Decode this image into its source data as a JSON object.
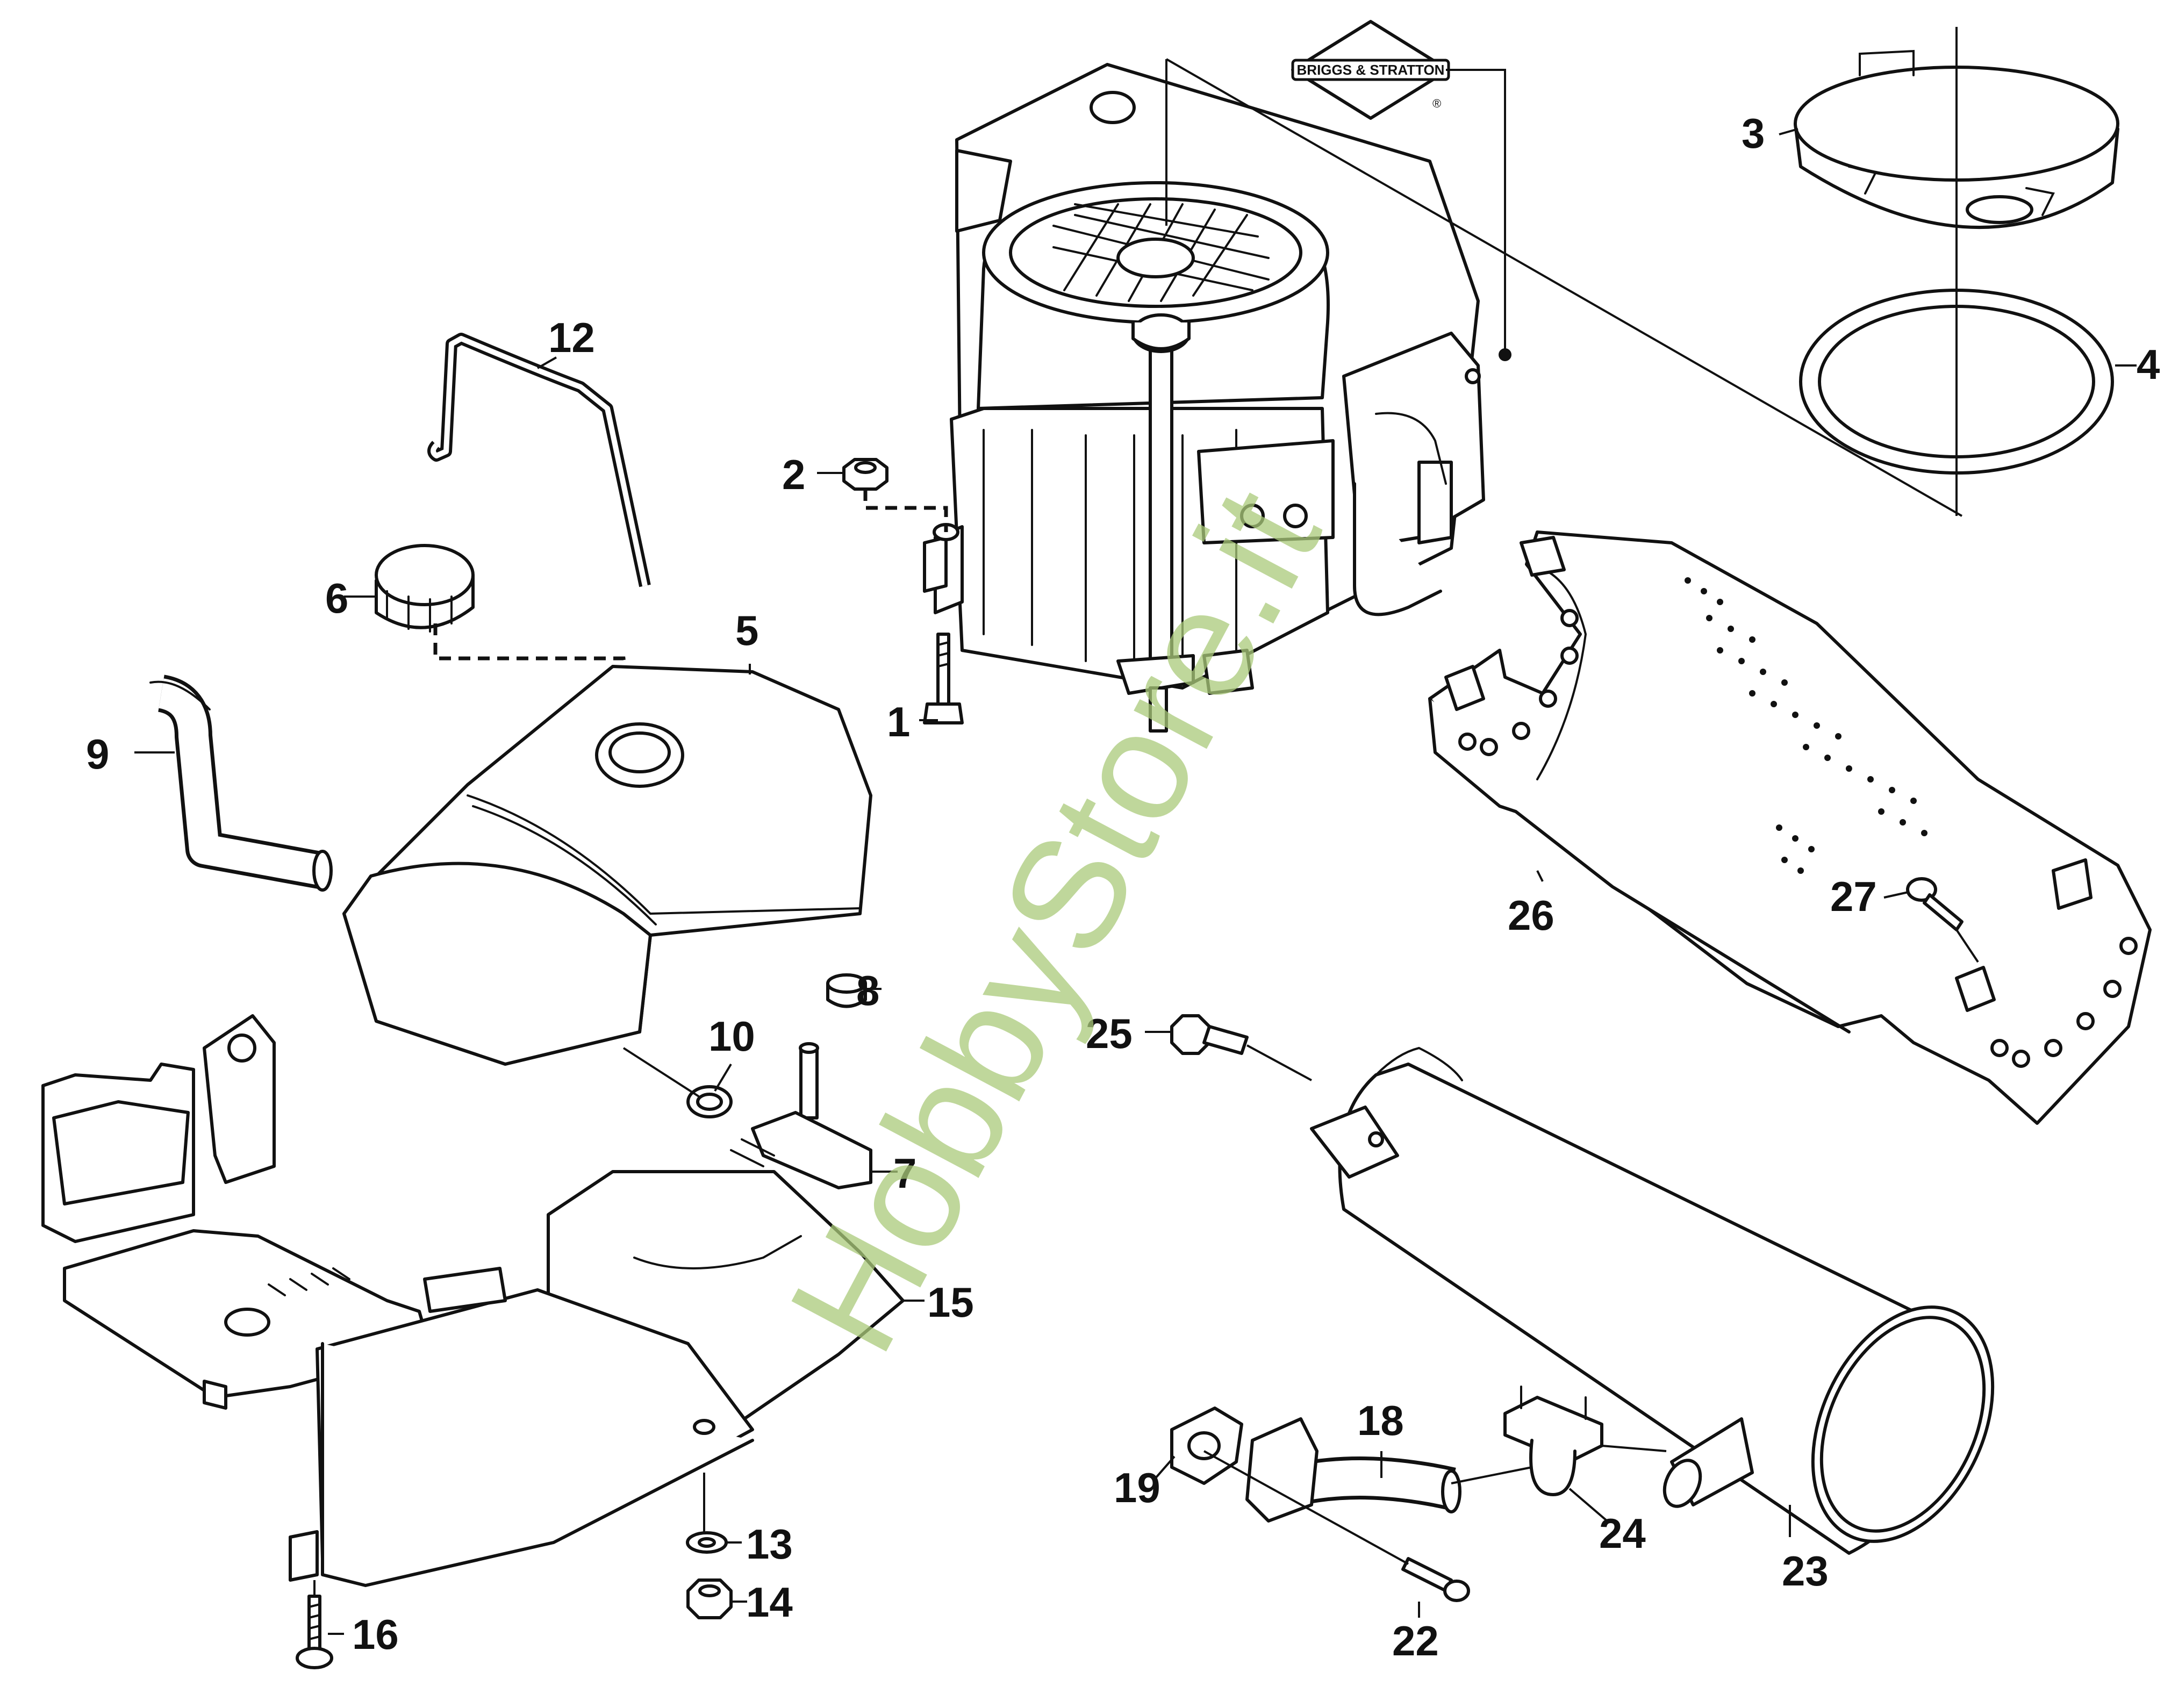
{
  "brand_logo": {
    "text": "BRIGGS & STRATTON",
    "registered": "®"
  },
  "watermark": {
    "text": "HobbyStore.it",
    "color": "#a9c97a"
  },
  "callouts": {
    "c1": "1",
    "c2": "2",
    "c3": "3",
    "c4": "4",
    "c5": "5",
    "c6": "6",
    "c7": "7",
    "c8": "8",
    "c9": "9",
    "c10": "10",
    "c12": "12",
    "c13": "13",
    "c14": "14",
    "c15": "15",
    "c16": "16",
    "c18": "18",
    "c19": "19",
    "c22": "22",
    "c23": "23",
    "c24": "24",
    "c25": "25",
    "c26": "26",
    "c27": "27"
  }
}
